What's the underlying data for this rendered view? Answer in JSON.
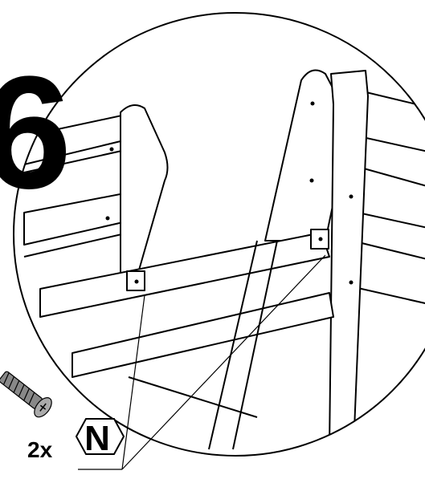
{
  "step": {
    "number": "6"
  },
  "hardware": {
    "quantity": "2x",
    "part_letter": "N",
    "icon": "screw-icon"
  },
  "colors": {
    "line": "#000000",
    "background": "#ffffff"
  }
}
